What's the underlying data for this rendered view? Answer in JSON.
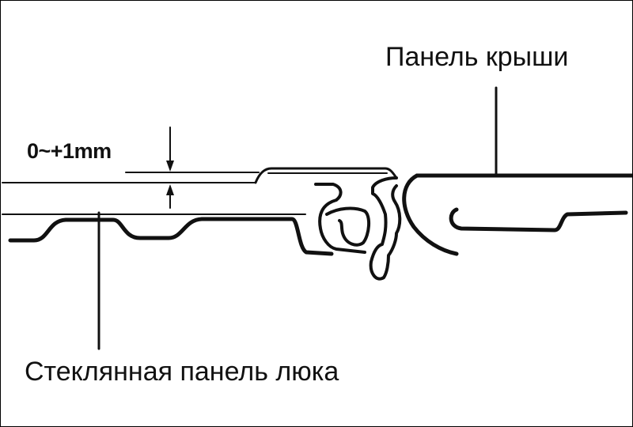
{
  "labels": {
    "roof_panel": "Панель крыши",
    "glass_panel": "Стеклянная панель люка",
    "gap_dimension": "0~+1mm"
  },
  "colors": {
    "line": "#111111",
    "background": "#ffffff"
  }
}
